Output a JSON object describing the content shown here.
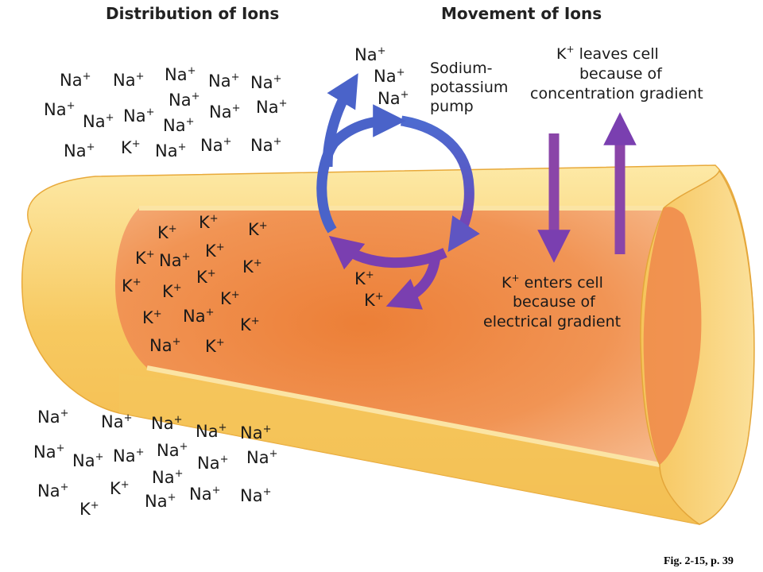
{
  "headings": {
    "distribution": "Distribution of Ions",
    "movement": "Movement of Ions"
  },
  "ions": {
    "na": "Na",
    "k": "K",
    "plus": "+"
  },
  "pump_label": [
    "Sodium-",
    "potassium",
    "pump"
  ],
  "k_leaves_label": [
    "K",
    "+",
    " leaves cell",
    "because of",
    "concentration gradient"
  ],
  "k_enters_label": [
    "K",
    "+",
    " enters cell",
    "because of",
    "electrical gradient"
  ],
  "figure_caption": "Fig. 2-15, p. 39",
  "colors": {
    "membrane_outer": "#f6c45a",
    "membrane_light": "#fde6a0",
    "cytoplasm": "#ee8a45",
    "pump_blue": "#4a63c9",
    "pump_purple": "#7a3fb0",
    "potassium_arrow": "#8a45a8"
  }
}
